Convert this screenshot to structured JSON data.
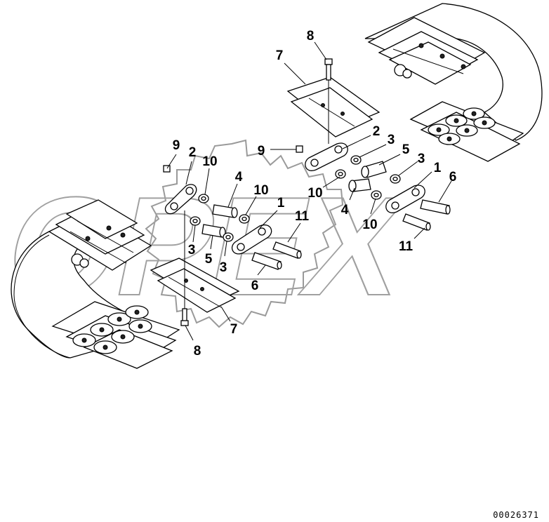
{
  "callouts": [
    {
      "id": "c8-top",
      "text": "8"
    },
    {
      "id": "c7-top",
      "text": "7"
    },
    {
      "id": "c2-right",
      "text": "2"
    },
    {
      "id": "c3-a",
      "text": "3"
    },
    {
      "id": "c5-right",
      "text": "5"
    },
    {
      "id": "c3-b",
      "text": "3"
    },
    {
      "id": "c1-right",
      "text": "1"
    },
    {
      "id": "c6-right",
      "text": "6"
    },
    {
      "id": "c9-mid",
      "text": "9"
    },
    {
      "id": "c10-b",
      "text": "10"
    },
    {
      "id": "c4-right",
      "text": "4"
    },
    {
      "id": "c10-c",
      "text": "10"
    },
    {
      "id": "c11-right",
      "text": "11"
    },
    {
      "id": "c9-left",
      "text": "9"
    },
    {
      "id": "c2-left",
      "text": "2"
    },
    {
      "id": "c10-a",
      "text": "10"
    },
    {
      "id": "c4-left",
      "text": "4"
    },
    {
      "id": "c10-d",
      "text": "10"
    },
    {
      "id": "c1-left",
      "text": "1"
    },
    {
      "id": "c11-left",
      "text": "11"
    },
    {
      "id": "c3-c",
      "text": "3"
    },
    {
      "id": "c5-left",
      "text": "5"
    },
    {
      "id": "c3-d",
      "text": "3"
    },
    {
      "id": "c6-left",
      "text": "6"
    },
    {
      "id": "c7-bottom",
      "text": "7"
    },
    {
      "id": "c8-bottom",
      "text": "8"
    }
  ],
  "drawing_ref": "00026371",
  "watermark_text": "OPEX"
}
